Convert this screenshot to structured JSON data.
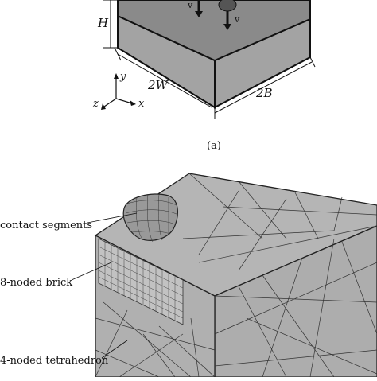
{
  "panel_a": {
    "label": "(a)",
    "dimension_h": "H",
    "dimension_w": "2W",
    "dimension_b": "2B",
    "velocity_label_1": "v",
    "velocity_label_2": "v",
    "axis_y": "y",
    "axis_z": "z",
    "axis_x": "x"
  },
  "panel_b": {
    "annotation_contact": "contact segments",
    "annotation_brick": "8-noded brick",
    "annotation_tetra": "4-noded tetrahedron"
  },
  "colors": {
    "block_top": "#8c8c8c",
    "block_side": "#a6a6a6",
    "mesh_face": "#b3b3b3",
    "mesh_line": "#222222"
  }
}
